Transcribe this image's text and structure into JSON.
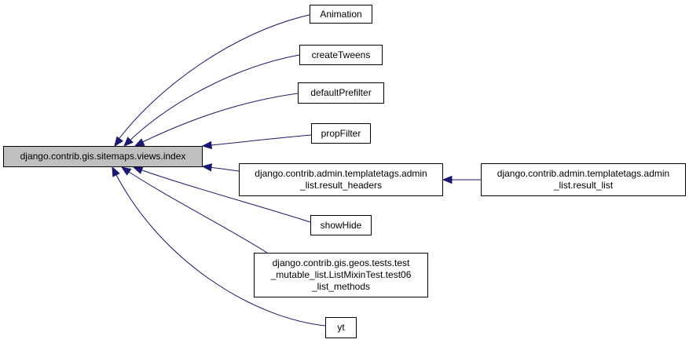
{
  "graph": {
    "root": {
      "lines": [
        "django.contrib.gis.sitemaps.views.index"
      ],
      "fill": "#bfbfbf"
    },
    "callers": [
      {
        "id": "animation",
        "lines": [
          "Animation"
        ]
      },
      {
        "id": "create-tweens",
        "lines": [
          "createTweens"
        ]
      },
      {
        "id": "default-prefilter",
        "lines": [
          "defaultPrefilter"
        ]
      },
      {
        "id": "prop-filter",
        "lines": [
          "propFilter"
        ]
      },
      {
        "id": "result-headers",
        "lines": [
          "django.contrib.admin.templatetags.admin",
          "_list.result_headers"
        ]
      },
      {
        "id": "show-hide",
        "lines": [
          "showHide"
        ]
      },
      {
        "id": "test06-list-methods",
        "lines": [
          "django.contrib.gis.geos.tests.test",
          "_mutable_list.ListMixinTest.test06",
          "_list_methods"
        ]
      },
      {
        "id": "yt",
        "lines": [
          "yt"
        ]
      }
    ],
    "secondary": [
      {
        "id": "result-list",
        "lines": [
          "django.contrib.admin.templatetags.admin",
          "_list.result_list"
        ],
        "calls": "result-headers"
      }
    ],
    "colors": {
      "edge": "#191970",
      "border": "#000000",
      "node_fill": "#ffffff"
    }
  }
}
